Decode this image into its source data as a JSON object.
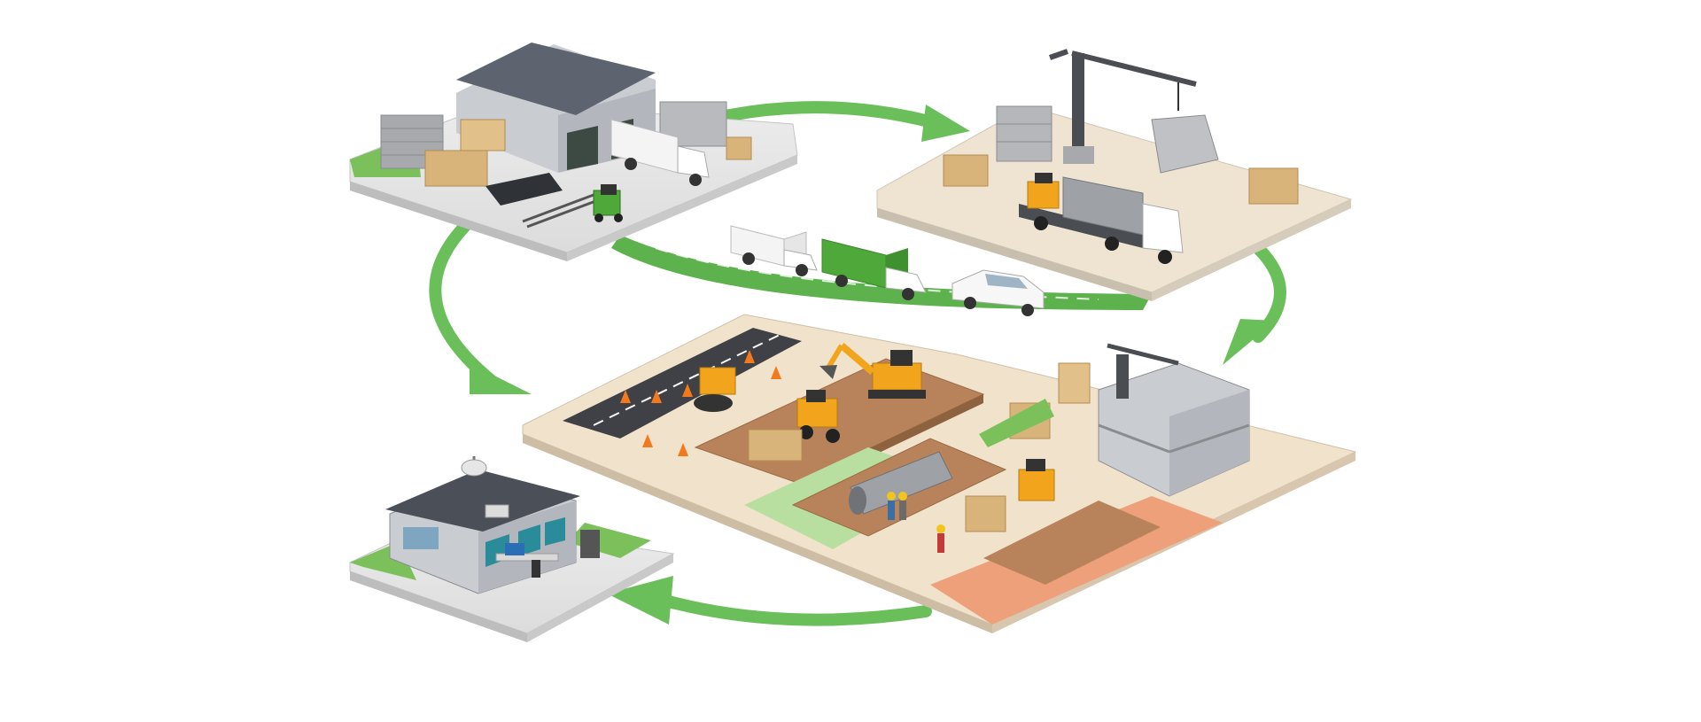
{
  "colors": {
    "background": "#ffffff",
    "flow_arrow": "#6abf5a",
    "road_green": "#5db24e",
    "platform_base": "#d9d9d9",
    "platform_edge": "#bfbfbf",
    "warehouse_roof": "#5d6470",
    "warehouse_wall": "#c9ccd1",
    "machinery_yellow": "#f2a51c",
    "truck_green": "#4fa83a",
    "soil": "#b8835a",
    "asphalt": "#3f4146",
    "grass": "#7cc05c",
    "crate": "#d9b47a",
    "concrete": "#a7a9ad"
  },
  "stages": [
    {
      "id": "warehouse",
      "icon": "warehouse-icon"
    },
    {
      "id": "staging-yard",
      "icon": "crane-icon"
    },
    {
      "id": "construction-site",
      "icon": "excavator-icon"
    },
    {
      "id": "control-office",
      "icon": "office-building-icon"
    }
  ],
  "flow": [
    {
      "from": "warehouse",
      "to": "staging-yard"
    },
    {
      "from": "staging-yard",
      "to": "construction-site"
    },
    {
      "from": "construction-site",
      "to": "control-office"
    },
    {
      "from": "warehouse",
      "to": "construction-site"
    }
  ]
}
